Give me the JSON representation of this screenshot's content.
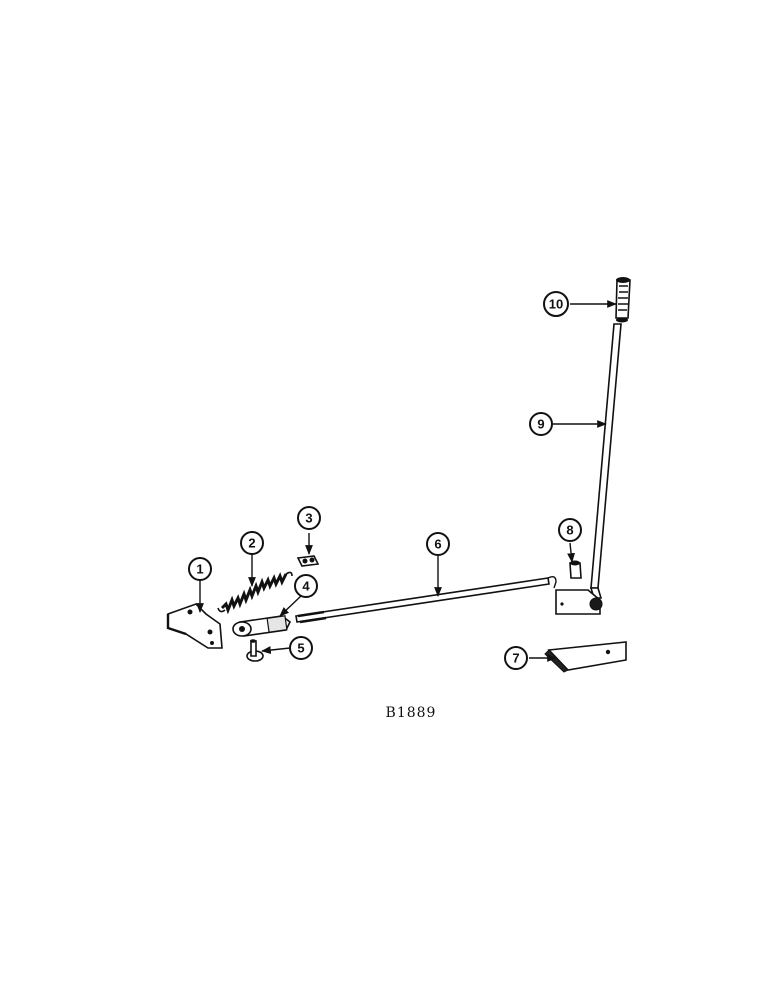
{
  "figure_code": "B1889",
  "callouts": [
    {
      "label": "1"
    },
    {
      "label": "2"
    },
    {
      "label": "3"
    },
    {
      "label": "4"
    },
    {
      "label": "5"
    },
    {
      "label": "6"
    },
    {
      "label": "7"
    },
    {
      "label": "8"
    },
    {
      "label": "9"
    },
    {
      "label": "10"
    }
  ]
}
